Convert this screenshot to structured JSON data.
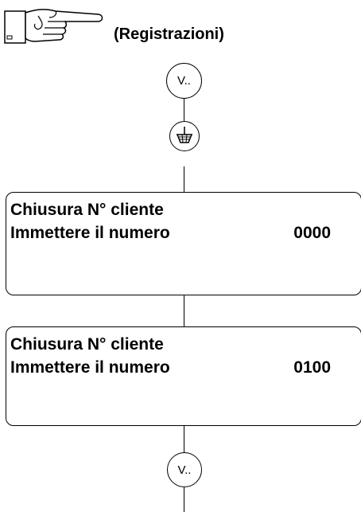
{
  "header": {
    "title": "(Registrazioni)",
    "hand_icon": "pointing-hand-icon"
  },
  "flow": {
    "top_key_label": "V..",
    "tare_key_icon": "tare-key-icon",
    "bottom_key_label": "V.."
  },
  "screens": [
    {
      "line1": "Chiusura N° cliente",
      "line2": "Immettere il numero",
      "value": "0000"
    },
    {
      "line1": "Chiusura N° cliente",
      "line2": "Immettere il numero",
      "value": "0100"
    }
  ]
}
